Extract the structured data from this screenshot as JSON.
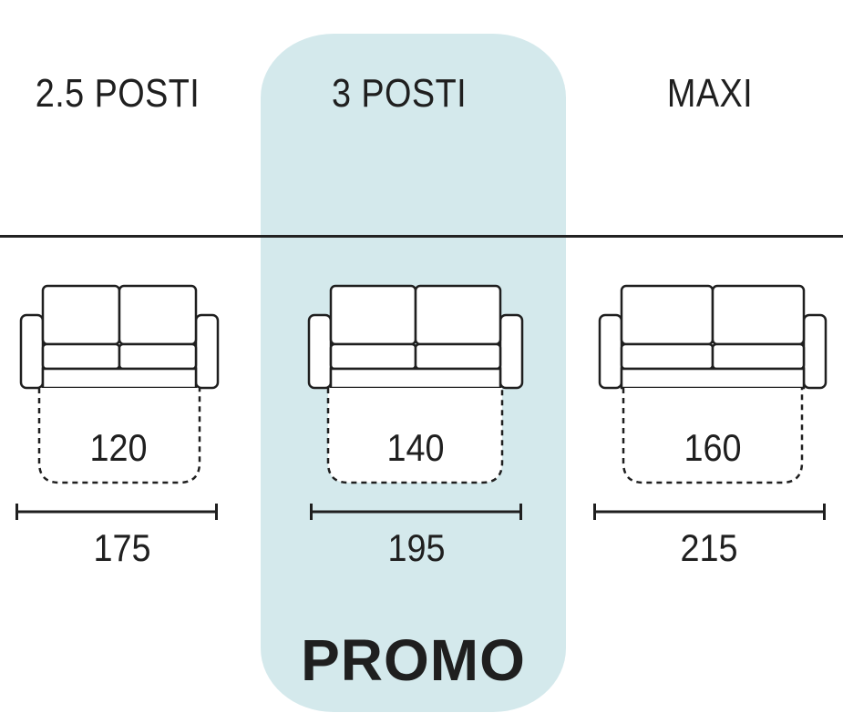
{
  "models": [
    {
      "name": "2.5 POSTI",
      "seat_width": "120",
      "total_width": "175",
      "highlighted": false
    },
    {
      "name": "3 POSTI",
      "seat_width": "140",
      "total_width": "195",
      "highlighted": true
    },
    {
      "name": "MAXI",
      "seat_width": "160",
      "total_width": "215",
      "highlighted": false
    }
  ],
  "promo_label": "PROMO",
  "colors": {
    "highlight": "#d4e9ec",
    "ink": "#1f1f1f"
  }
}
